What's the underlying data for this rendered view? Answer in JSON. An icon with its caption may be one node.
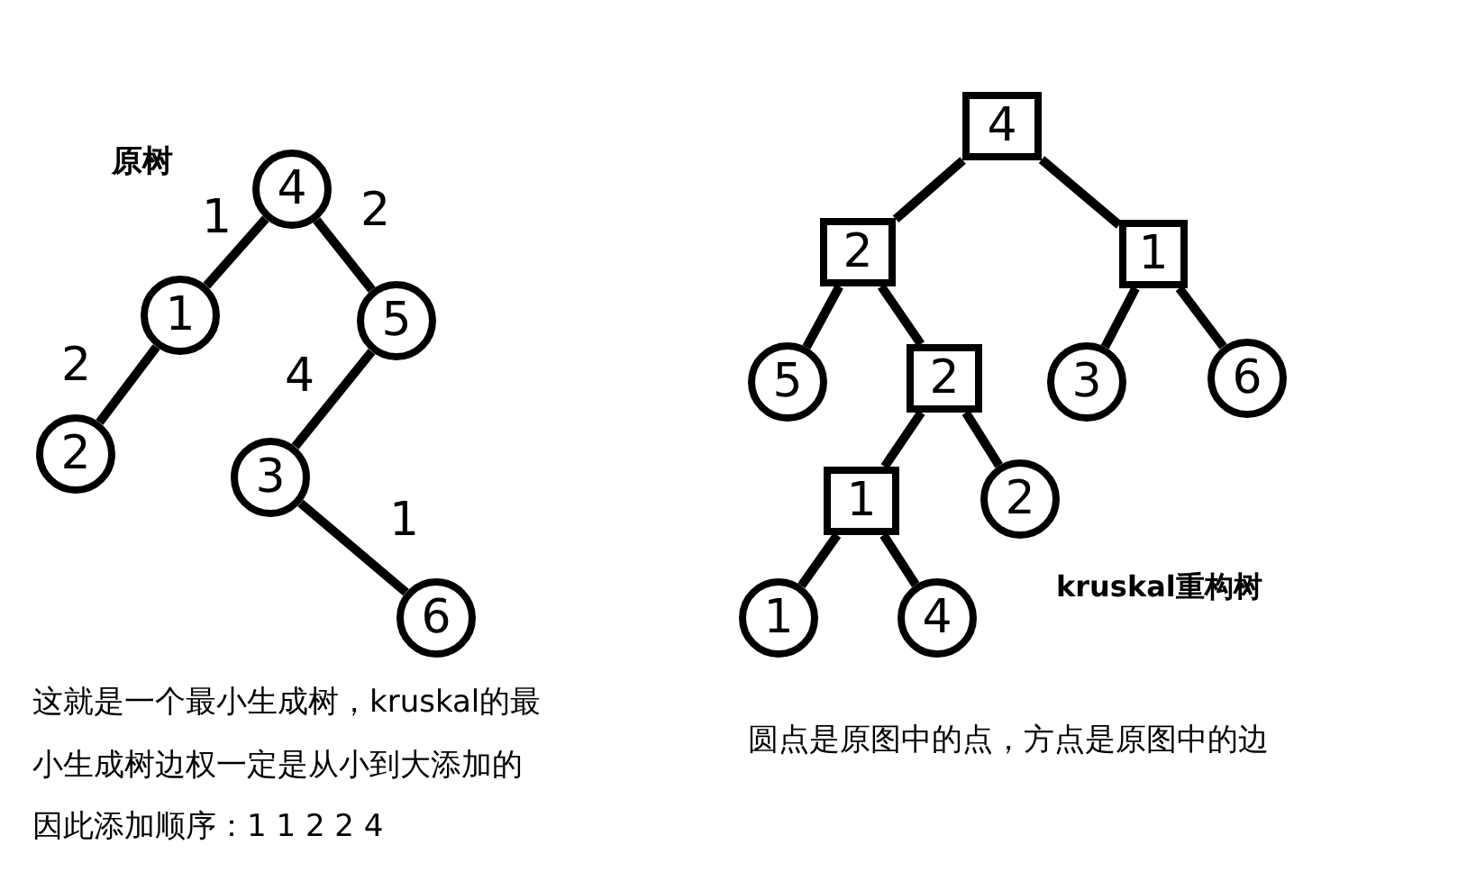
{
  "diagram": {
    "nodes": [
      {
        "text": [
          "4"
        ]
      },
      {
        "text": [
          "1"
        ]
      },
      {
        "text": [
          "5"
        ]
      },
      {
        "text": [
          "2"
        ]
      },
      {
        "text": [
          "3"
        ]
      },
      {
        "text": [
          "6"
        ]
      },
      {
        "text": [
          "4"
        ]
      },
      {
        "text": [
          "2"
        ]
      },
      {
        "text": [
          "1"
        ]
      },
      {
        "text": [
          "5"
        ]
      },
      {
        "text": [
          "2"
        ]
      },
      {
        "text": [
          "3"
        ]
      },
      {
        "text": [
          "6"
        ]
      },
      {
        "text": [
          "1"
        ]
      },
      {
        "text": [
          "2"
        ]
      },
      {
        "text": [
          "1"
        ]
      },
      {
        "text": [
          "4"
        ]
      }
    ],
    "edges": [
      {
        "from": 0,
        "to": 1,
        "arrow": "none",
        "label": "1"
      },
      {
        "from": 0,
        "to": 2,
        "arrow": "none",
        "label": "2"
      },
      {
        "from": 1,
        "to": 3,
        "arrow": "none",
        "label": "2"
      },
      {
        "from": 2,
        "to": 4,
        "arrow": "none",
        "label": "4"
      },
      {
        "from": 4,
        "to": 5,
        "arrow": "none",
        "label": "1"
      },
      {
        "from": 6,
        "to": 7,
        "arrow": "none"
      },
      {
        "from": 6,
        "to": 8,
        "arrow": "none"
      },
      {
        "from": 7,
        "to": 9,
        "arrow": "none"
      },
      {
        "from": 7,
        "to": 10,
        "arrow": "none"
      },
      {
        "from": 8,
        "to": 11,
        "arrow": "none"
      },
      {
        "from": 8,
        "to": 12,
        "arrow": "none"
      },
      {
        "from": 10,
        "to": 13,
        "arrow": "none"
      },
      {
        "from": 10,
        "to": 14,
        "arrow": "none"
      },
      {
        "from": 13,
        "to": 15,
        "arrow": "none"
      },
      {
        "from": 13,
        "to": 16,
        "arrow": "none"
      }
    ],
    "labels": [
      "原树",
      "kruskal重构树",
      "这就是一个最小生成树，kruskal的最",
      "小生成树边权一定是从小到大添加的",
      "圆点是原图中的点，方点是原图中的边",
      "因此添加顺序：1 1 2 2 4"
    ]
  }
}
